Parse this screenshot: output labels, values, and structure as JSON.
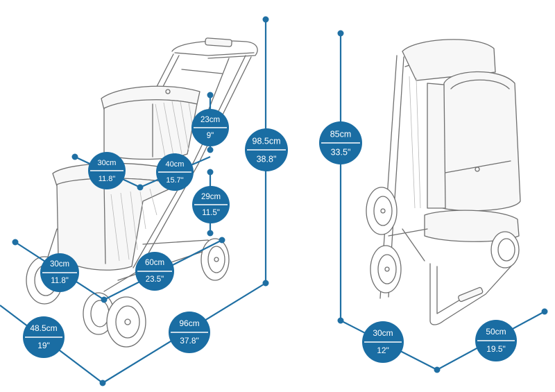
{
  "accent_color": "#1a6da3",
  "left_view": {
    "dimensions": [
      {
        "id": "top-seat-depth",
        "metric": "23cm",
        "imperial": "9\""
      },
      {
        "id": "top-seat-width",
        "metric": "30cm",
        "imperial": "11.8\""
      },
      {
        "id": "top-seat-length",
        "metric": "40cm",
        "imperial": "15.7\""
      },
      {
        "id": "lower-seat-depth",
        "metric": "29cm",
        "imperial": "11.5\""
      },
      {
        "id": "lower-seat-width",
        "metric": "30cm",
        "imperial": "11.8\""
      },
      {
        "id": "lower-seat-length",
        "metric": "60cm",
        "imperial": "23.5\""
      },
      {
        "id": "overall-height",
        "metric": "98.5cm",
        "imperial": "38.8\""
      },
      {
        "id": "overall-width",
        "metric": "48.5cm",
        "imperial": "19\""
      },
      {
        "id": "overall-length",
        "metric": "96cm",
        "imperial": "37.8\""
      }
    ]
  },
  "right_view": {
    "dimensions": [
      {
        "id": "folded-height",
        "metric": "85cm",
        "imperial": "33.5\""
      },
      {
        "id": "folded-width",
        "metric": "30cm",
        "imperial": "12\""
      },
      {
        "id": "folded-length",
        "metric": "50cm",
        "imperial": "19.5\""
      }
    ]
  }
}
